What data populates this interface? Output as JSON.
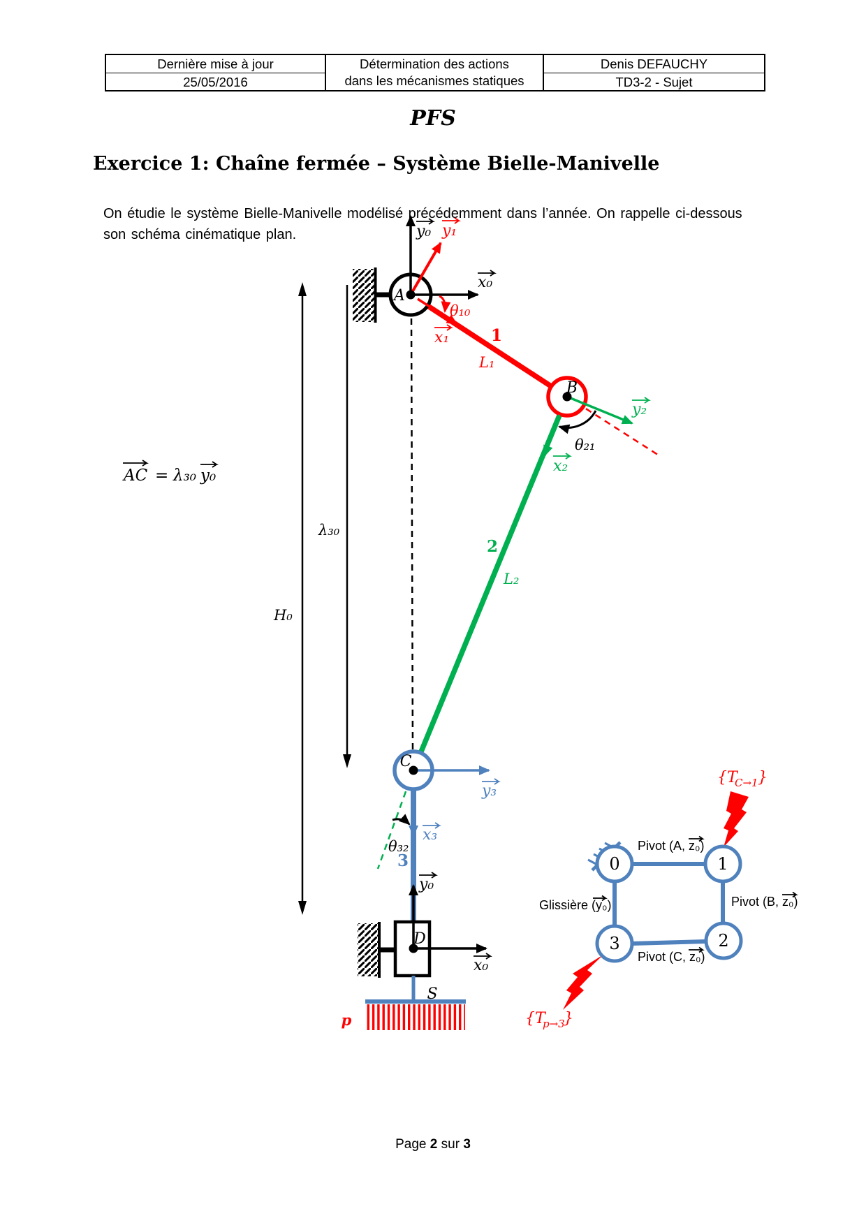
{
  "header": {
    "col1_row1": "Dernière mise à jour",
    "col1_row2": "25/05/2016",
    "col2_line1": "Détermination des actions",
    "col2_line2": "dans les mécanismes statiques",
    "col3_row1": "Denis DEFAUCHY",
    "col3_row2": "TD3-2 - Sujet"
  },
  "title": "PFS",
  "heading": "Exercice 1:  Chaîne fermée – Système Bielle-Manivelle",
  "intro": {
    "line1": "On étudie le système Bielle-Manivelle modélisé précédemment dans l’année. On rappelle ci-dessous",
    "line2": "son schéma cinématique plan."
  },
  "equation": {
    "lhs": "AC",
    "eq": "=",
    "coef": "λ₃₀",
    "vec": "y₀"
  },
  "schema": {
    "joints": {
      "A": "A",
      "B": "B",
      "C": "C",
      "D": "D"
    },
    "frames": {
      "y0_top": "y₀",
      "x0_top": "x₀",
      "x1": "x₁",
      "y1": "y₁",
      "x2": "x₂",
      "y2": "y₂",
      "x3": "x₃",
      "y3": "y₃",
      "y0_bottom": "y₀",
      "x0_bottom": "x₀"
    },
    "angles": {
      "t10": "θ₁₀",
      "t21": "θ₂₁",
      "t32": "θ₃₂"
    },
    "links": {
      "n1": "1",
      "n2": "2",
      "n3": "3",
      "L1": "L₁",
      "L2": "L₂"
    },
    "dims": {
      "H0": "H₀",
      "lam30": "λ₃₀"
    },
    "surface": "S",
    "pressure": "p"
  },
  "graph": {
    "nodes": [
      "0",
      "1",
      "2",
      "3"
    ],
    "pivot_a": "Pivot (A, z₀)",
    "pivot_b": "Pivot (B, z₀)",
    "pivot_c": "Pivot (C, z₀)",
    "glissiere": "Glissière (y₀)",
    "torque_c1": {
      "open": "{T",
      "sub": "C→1",
      "close": "}"
    },
    "torque_p3": {
      "open": "{T",
      "sub": "p→3",
      "close": "}"
    }
  },
  "footer": {
    "word": "Page",
    "page": "2",
    "sur": "sur",
    "total": "3"
  },
  "colors": {
    "red": "#FF0000",
    "green": "#00B050",
    "blue": "#4F81BD",
    "black": "#000000"
  }
}
